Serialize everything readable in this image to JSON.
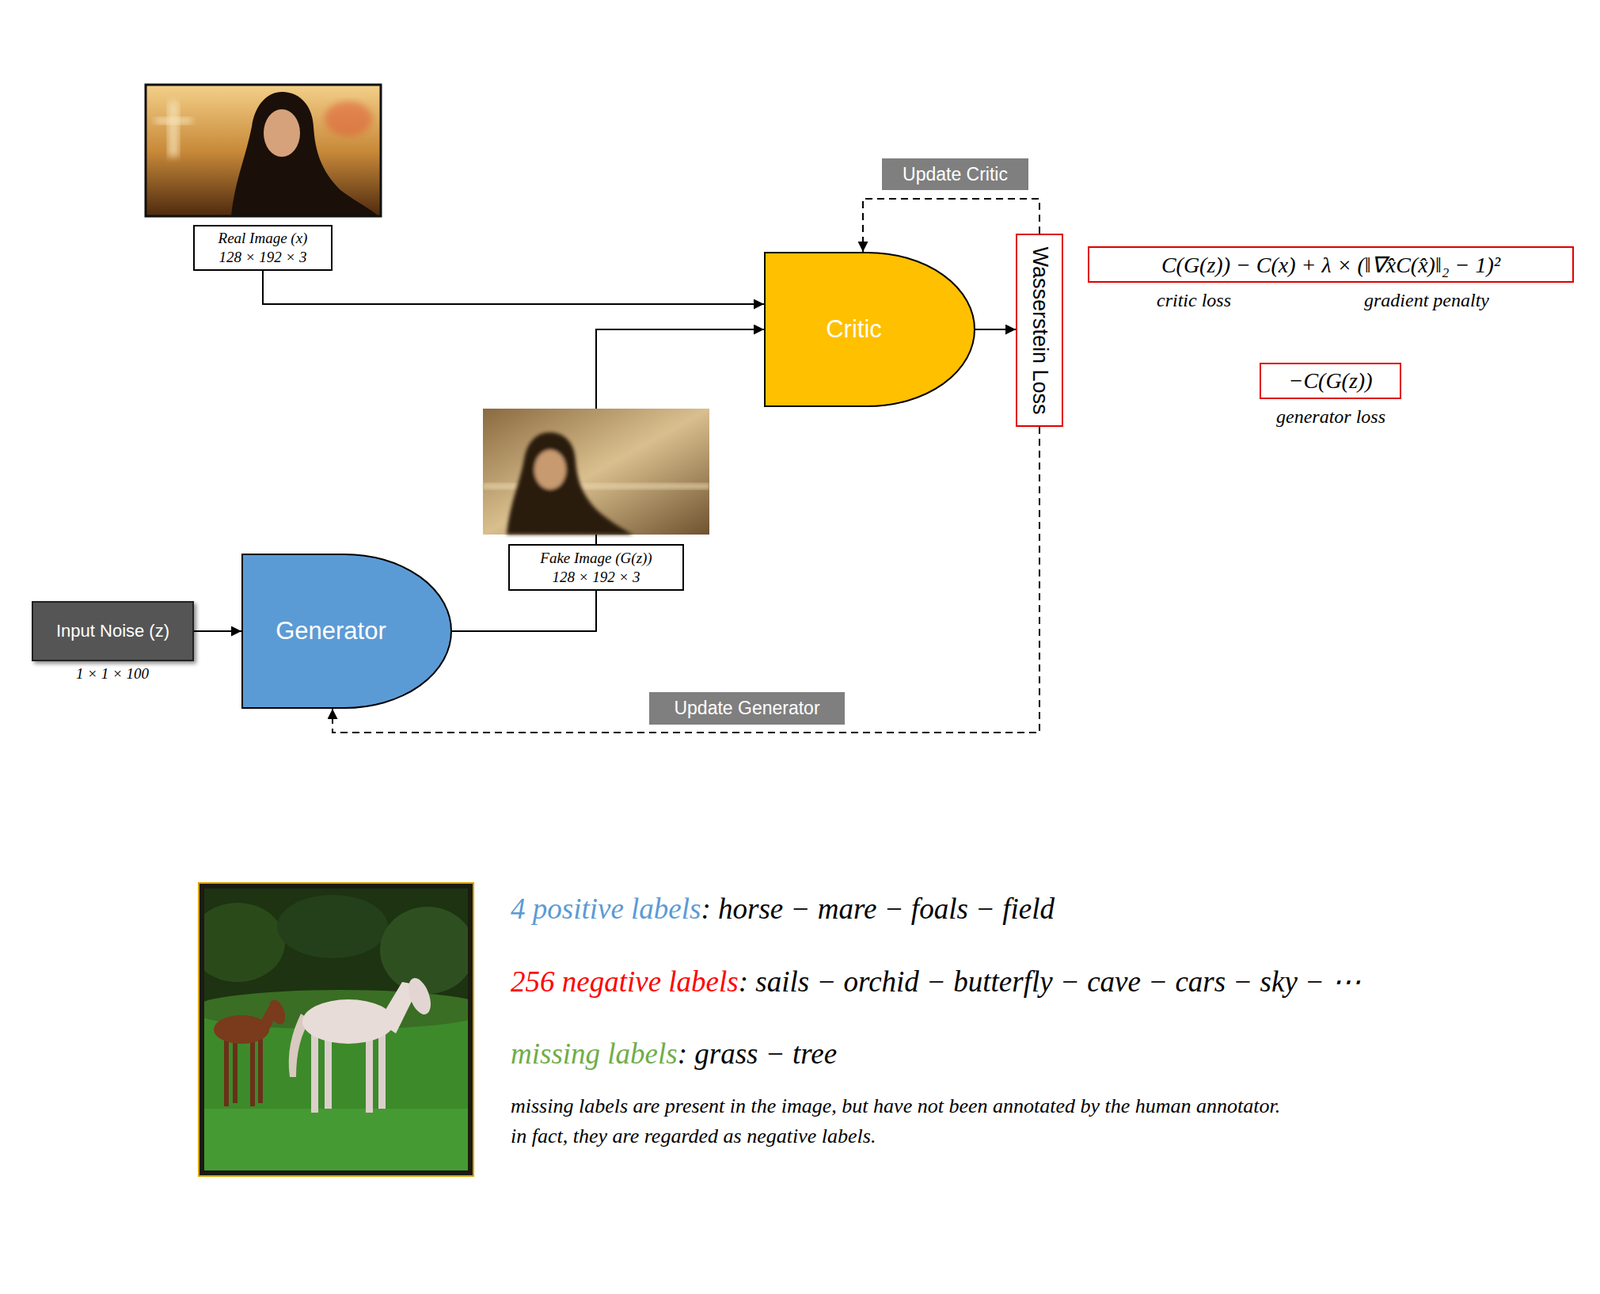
{
  "diagram": {
    "nodes": [
      {
        "text": [
          "Update Critic"
        ]
      },
      {
        "text": [
          "Real Image (x)",
          "128 × 192 × 3"
        ]
      },
      {
        "text": [
          "Critic"
        ]
      },
      {
        "text": [
          "Wasserstein Loss"
        ]
      },
      {
        "text": [
          "C(G(z)) − C(x) + λ × (‖∇x̂C(x̂)‖₂ − 1)²"
        ]
      },
      {
        "text": [
          "−C(G(z))"
        ]
      },
      {
        "text": [
          "Fake Image (G(z))",
          "128 × 192 × 3"
        ]
      },
      {
        "text": [
          "Input Noise (z)"
        ]
      },
      {
        "text": [
          "Generator"
        ]
      },
      {
        "text": [
          "Update Generator"
        ]
      }
    ],
    "edges": [
      {
        "from": 1,
        "to": 2,
        "arrow": "to"
      },
      {
        "from": 6,
        "to": 2,
        "arrow": "to"
      },
      {
        "from": 8,
        "to": 6,
        "arrow": "none"
      },
      {
        "from": 7,
        "to": 8,
        "arrow": "to"
      },
      {
        "from": 2,
        "to": 3,
        "arrow": "to"
      },
      {
        "from": 3,
        "to": 2,
        "arrow": "to"
      },
      {
        "from": 3,
        "to": 8,
        "arrow": "to"
      }
    ],
    "labels": [
      "critic loss",
      "gradient penalty",
      "generator loss",
      "1 × 1 × 100",
      "4 positive labels",
      ": horse − mare − foals − field",
      "256 negative labels",
      ": sails − orchid − butterfly − cave − cars − sky − ⋯",
      "missing labels",
      ": grass − tree",
      "missing labels are present in the image, but have not been annotated by the human annotator.",
      "in fact, they are regarded as negative labels."
    ]
  }
}
